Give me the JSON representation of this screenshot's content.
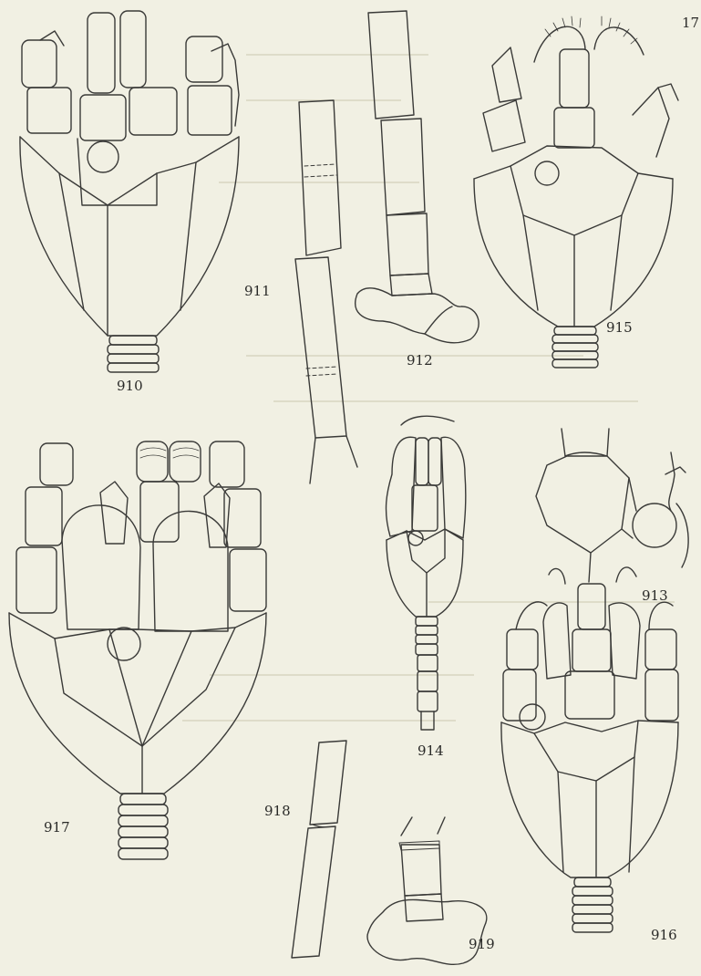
{
  "plate": {
    "page_mark": "17",
    "figure_labels": {
      "f910": "910",
      "f911": "911",
      "f912": "912",
      "f913": "913",
      "f914": "914",
      "f915": "915",
      "f916": "916",
      "f917": "917",
      "f918": "918",
      "f919": "919"
    }
  },
  "colors": {
    "paper": "#f1f0e3",
    "ink": "#3a3a38"
  }
}
